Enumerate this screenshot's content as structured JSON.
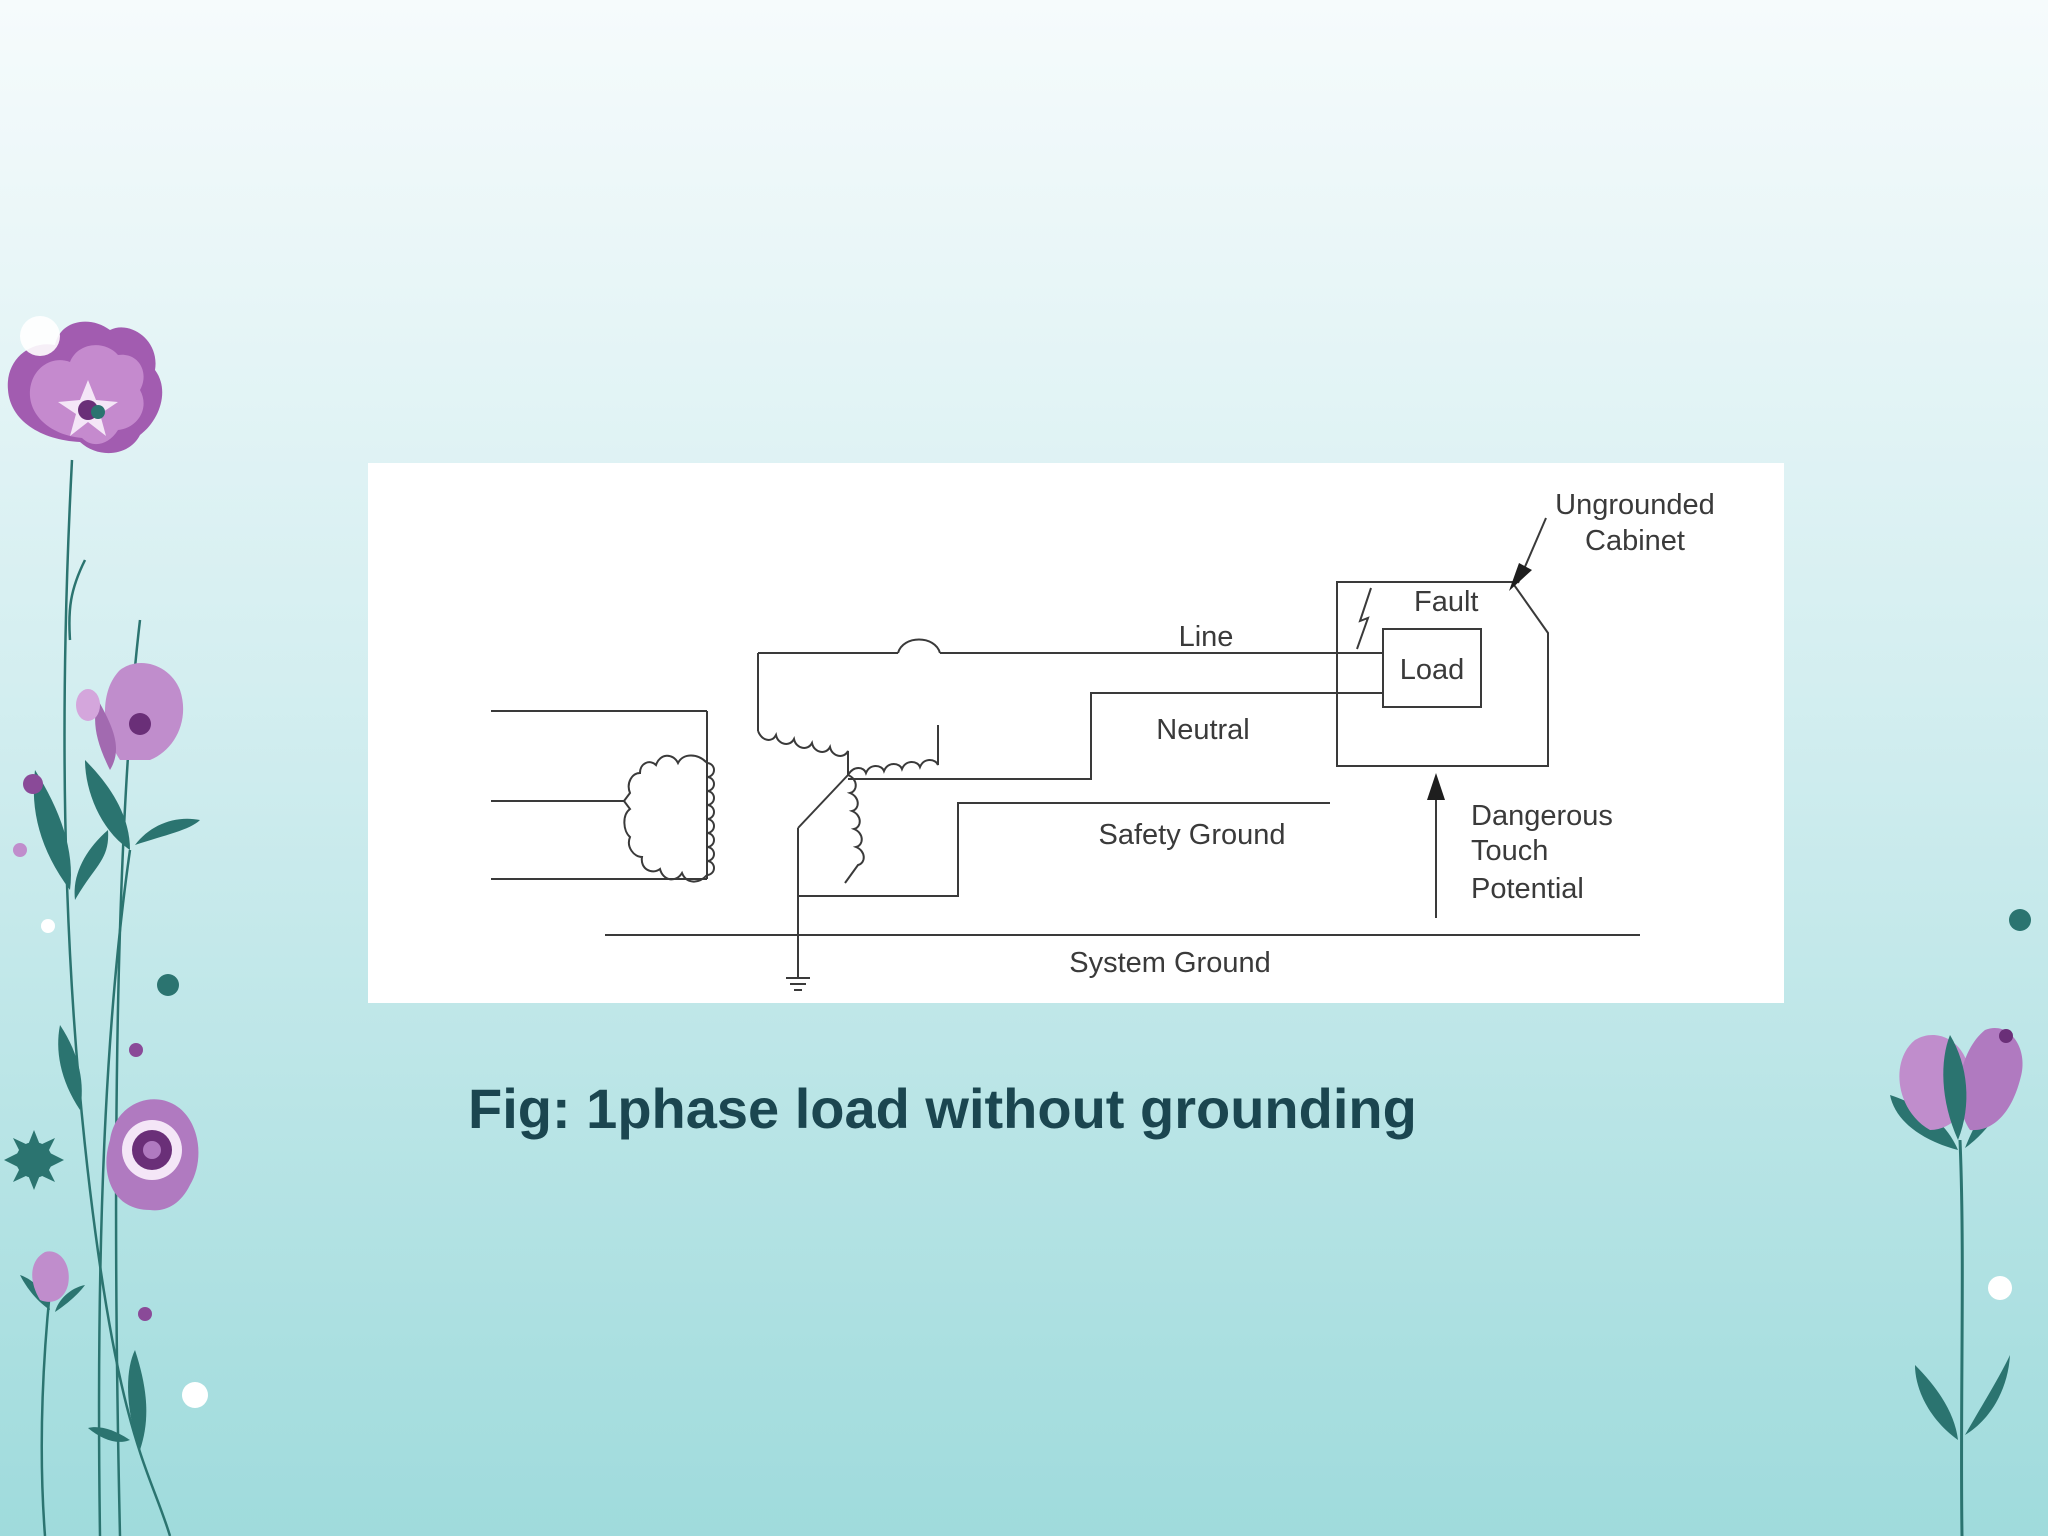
{
  "slide": {
    "caption": "Fig: 1phase load without grounding",
    "colors": {
      "background_top": "#f3f9fb",
      "background_bottom": "#9fdbdc",
      "caption": "#1b4650",
      "flower_purple": "#b87bc4",
      "flower_dark": "#7a3c87",
      "leaf_teal": "#2b7470"
    }
  },
  "diagram": {
    "labels": {
      "ungrounded_line1": "Ungrounded",
      "ungrounded_line2": "Cabinet",
      "fault": "Fault",
      "line": "Line",
      "load": "Load",
      "neutral": "Neutral",
      "safety_ground": "Safety Ground",
      "dangerous_line1": "Dangerous",
      "dangerous_line2": "Touch",
      "dangerous_line3": "Potential",
      "system_ground": "System Ground"
    },
    "icons": {
      "fault": "lightning-bolt-icon",
      "ground": "earth-ground-icon",
      "delta_winding": "delta-transformer-winding",
      "wye_winding": "wye-transformer-winding"
    }
  }
}
